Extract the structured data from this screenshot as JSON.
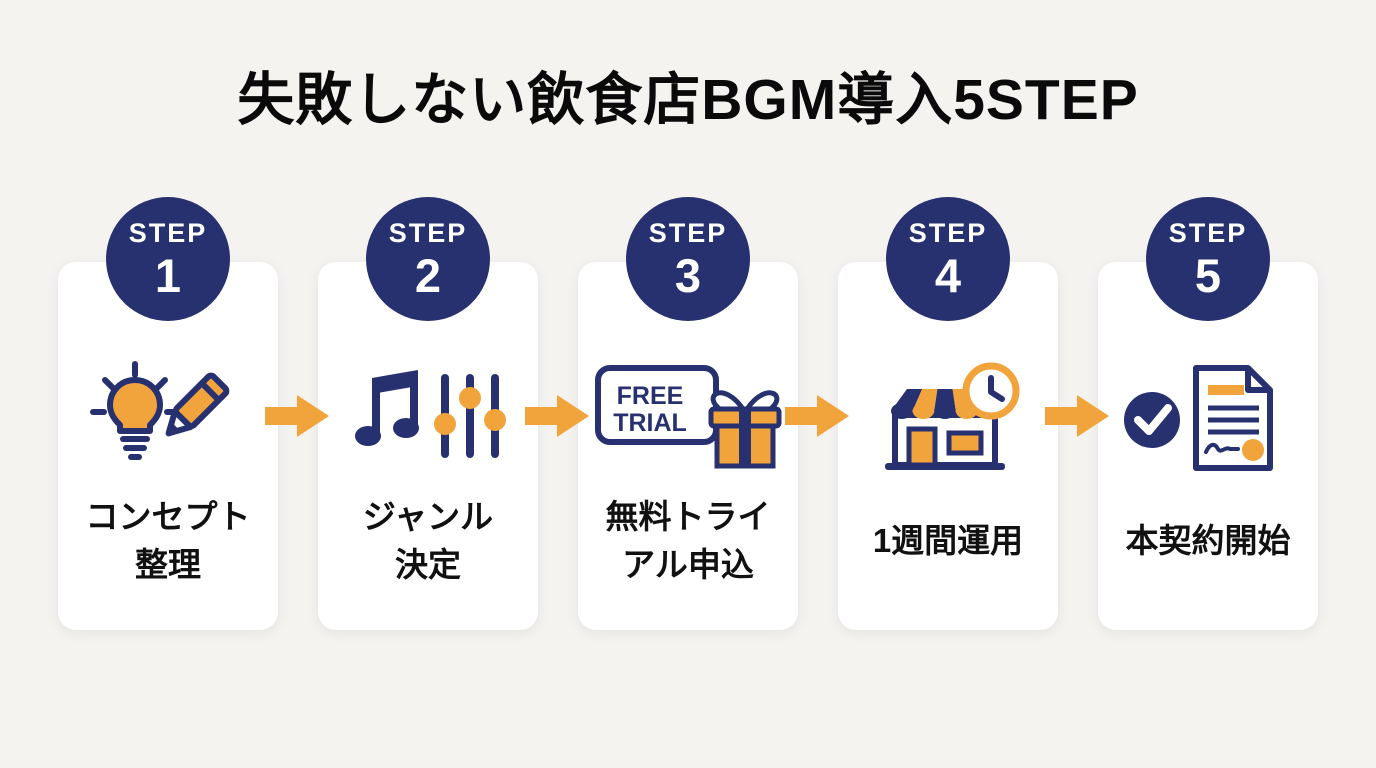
{
  "title": "失敗しない飲食店BGM導入5STEP",
  "colors": {
    "navy": "#27316f",
    "orange": "#f2a43c",
    "background": "#f5f3f0",
    "card": "#ffffff",
    "title_text": "#0a0a0a",
    "label_text": "#111111",
    "badge_text": "#ffffff"
  },
  "steps": [
    {
      "badge_label": "STEP",
      "badge_number": "1",
      "icon": "lightbulb-pencil-icon",
      "label_line1": "コンセプト",
      "label_line2": "整理"
    },
    {
      "badge_label": "STEP",
      "badge_number": "2",
      "icon": "music-note-equalizer-icon",
      "label_line1": "ジャンル",
      "label_line2": "決定"
    },
    {
      "badge_label": "STEP",
      "badge_number": "3",
      "icon": "free-trial-gift-icon",
      "icon_text_line1": "FREE",
      "icon_text_line2": "TRIAL",
      "label_line1": "無料トライ",
      "label_line2": "アル申込"
    },
    {
      "badge_label": "STEP",
      "badge_number": "4",
      "icon": "storefront-clock-icon",
      "label_line1": "1週間運用",
      "label_line2": ""
    },
    {
      "badge_label": "STEP",
      "badge_number": "5",
      "icon": "checkmark-document-icon",
      "label_line1": "本契約開始",
      "label_line2": ""
    }
  ]
}
